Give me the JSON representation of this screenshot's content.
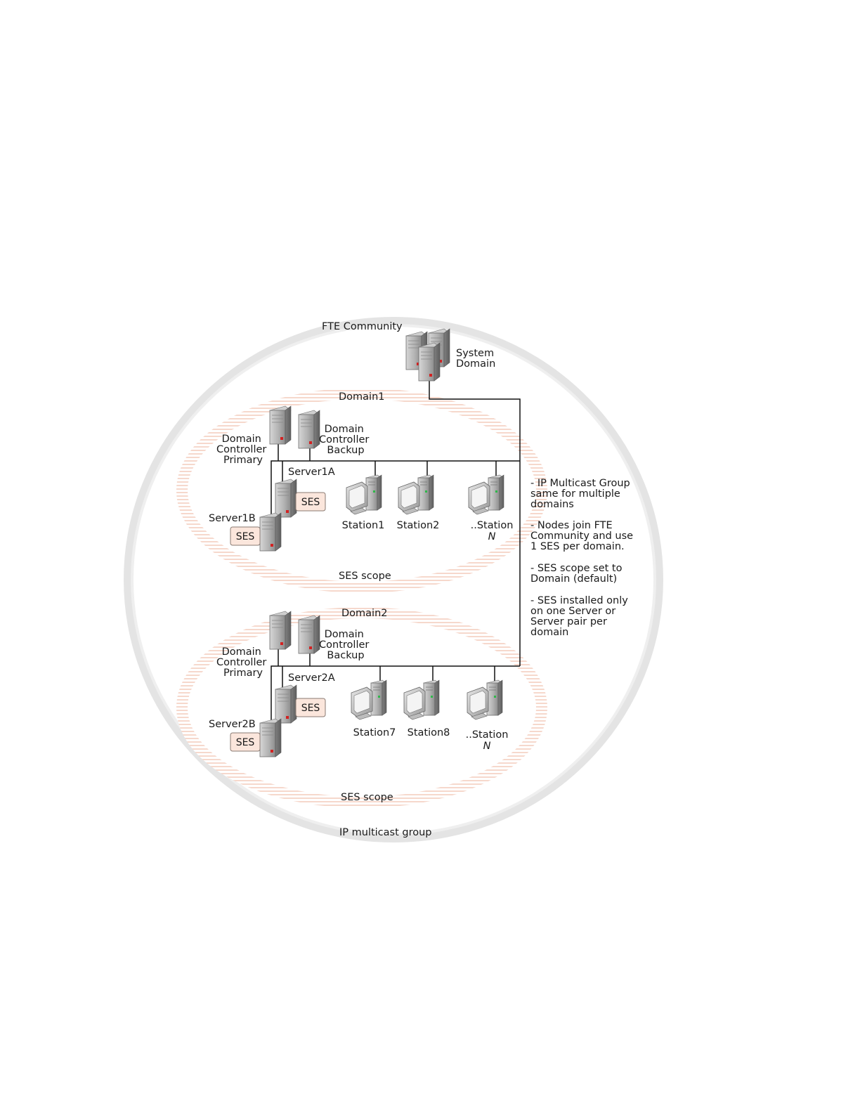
{
  "labels": {
    "fte_community": "FTE Community",
    "system_domain": [
      "System",
      "Domain"
    ],
    "ip_multicast_group": "IP multicast group"
  },
  "domains": [
    {
      "name": "Domain1",
      "dc_primary": [
        "Domain",
        "Controller",
        "Primary"
      ],
      "dc_backup": [
        "Domain",
        "Controller",
        "Backup"
      ],
      "server_a": "Server1A",
      "server_b": "Server1B",
      "ses": "SES",
      "stations": [
        {
          "line1": "Station1",
          "line2": ""
        },
        {
          "line1": "Station2",
          "line2": ""
        },
        {
          "line1": "..Station",
          "line2": "N"
        }
      ],
      "scope": "SES scope"
    },
    {
      "name": "Domain2",
      "dc_primary": [
        "Domain",
        "Controller",
        "Primary"
      ],
      "dc_backup": [
        "Domain",
        "Controller",
        "Backup"
      ],
      "server_a": "Server2A",
      "server_b": "Server2B",
      "ses": "SES",
      "stations": [
        {
          "line1": "Station7",
          "line2": ""
        },
        {
          "line1": "Station8",
          "line2": ""
        },
        {
          "line1": "..Station",
          "line2": "N"
        }
      ],
      "scope": "SES scope"
    }
  ],
  "notes": [
    [
      "- IP Multicast Group",
      "same for multiple",
      "domains"
    ],
    [
      "- Nodes join FTE",
      "Community and use",
      "1 SES per domain."
    ],
    [
      "- SES scope set to",
      "Domain (default)"
    ],
    [
      "- SES installed only",
      "on one Server or",
      "Server pair per",
      "domain"
    ]
  ],
  "colors": {
    "outer_ring": "#e2e2e2",
    "domain_ring": "#f3c9b8",
    "ses_fill": "#fbe6dc",
    "ses_stroke": "#8a7a72",
    "server_body": "#a9a9a9",
    "led": "#d22222"
  }
}
